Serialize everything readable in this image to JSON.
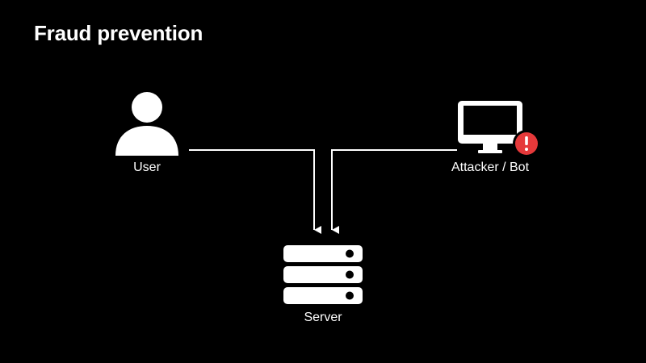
{
  "slide": {
    "title": "Fraud prevention"
  },
  "nodes": {
    "user": {
      "label": "User",
      "icon": "person-icon"
    },
    "attacker": {
      "label": "Attacker / Bot",
      "icon": "computer-icon",
      "badge_icon": "alert-icon",
      "badge_text": "!"
    },
    "server": {
      "label": "Server",
      "icon": "server-icon"
    }
  },
  "colors": {
    "background": "#000000",
    "foreground": "#ffffff",
    "alert": "#e5393a"
  }
}
